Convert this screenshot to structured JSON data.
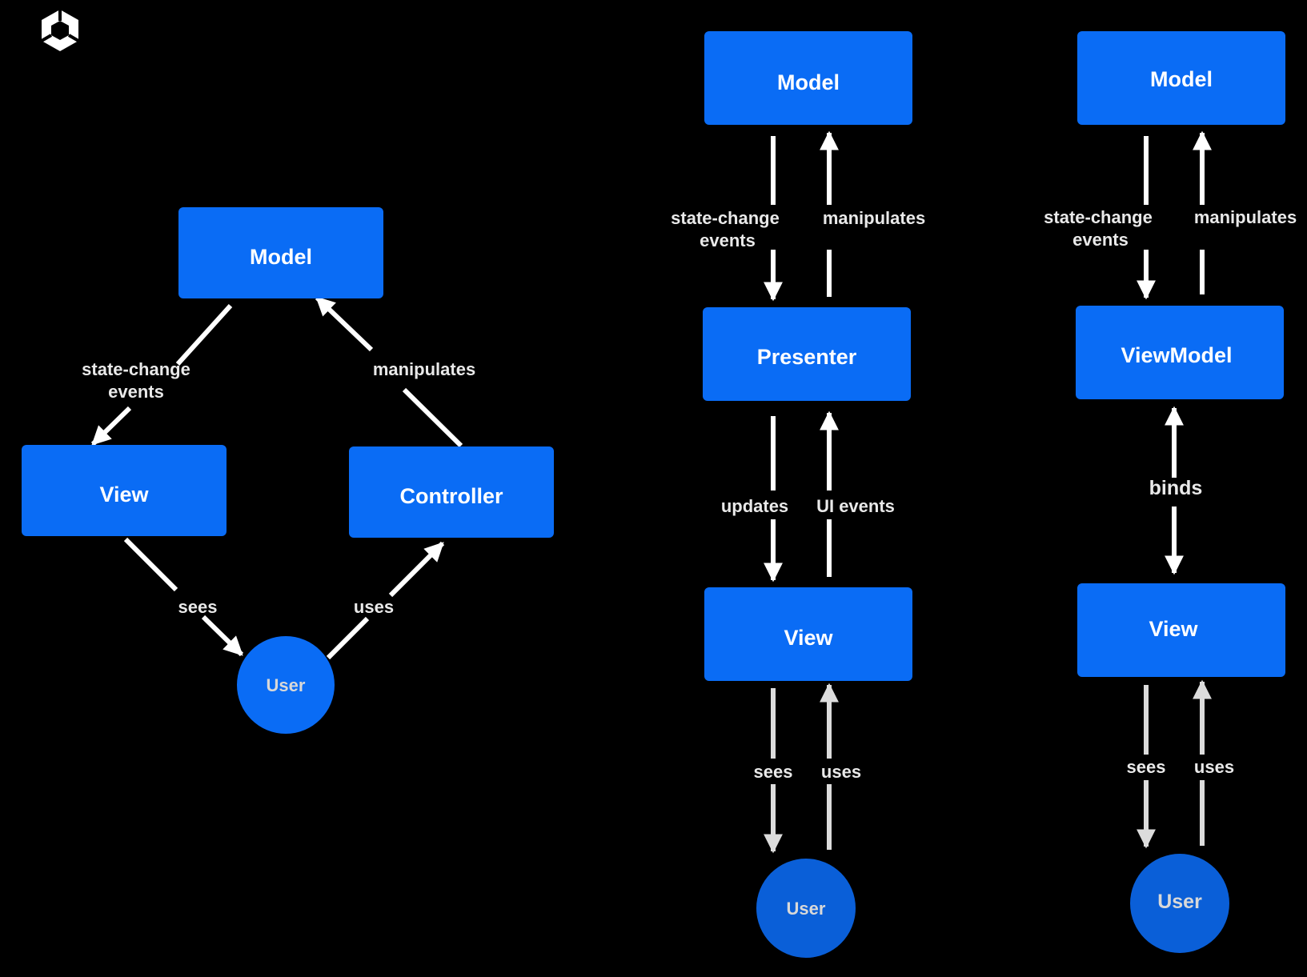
{
  "logo": {
    "icon": "unity-cube-icon"
  },
  "colors": {
    "box": "#0a6cf5",
    "background": "#000000",
    "arrow": "#ffffff",
    "user_text": "#d8d8d8"
  },
  "mvc": {
    "model": "Model",
    "view": "View",
    "controller": "Controller",
    "user": "User",
    "state_change_1": "state-change",
    "state_change_2": "events",
    "manipulates": "manipulates",
    "sees": "sees",
    "uses": "uses"
  },
  "mvp": {
    "model": "Model",
    "presenter": "Presenter",
    "view": "View",
    "user": "User",
    "state_change_1": "state-change",
    "state_change_2": "events",
    "manipulates": "manipulates",
    "updates": "updates",
    "ui_events": "UI events",
    "sees": "sees",
    "uses": "uses"
  },
  "mvvm": {
    "model": "Model",
    "viewmodel": "ViewModel",
    "view": "View",
    "user": "User",
    "state_change_1": "state-change",
    "state_change_2": "events",
    "manipulates": "manipulates",
    "binds": "binds",
    "sees": "sees",
    "uses": "uses"
  }
}
